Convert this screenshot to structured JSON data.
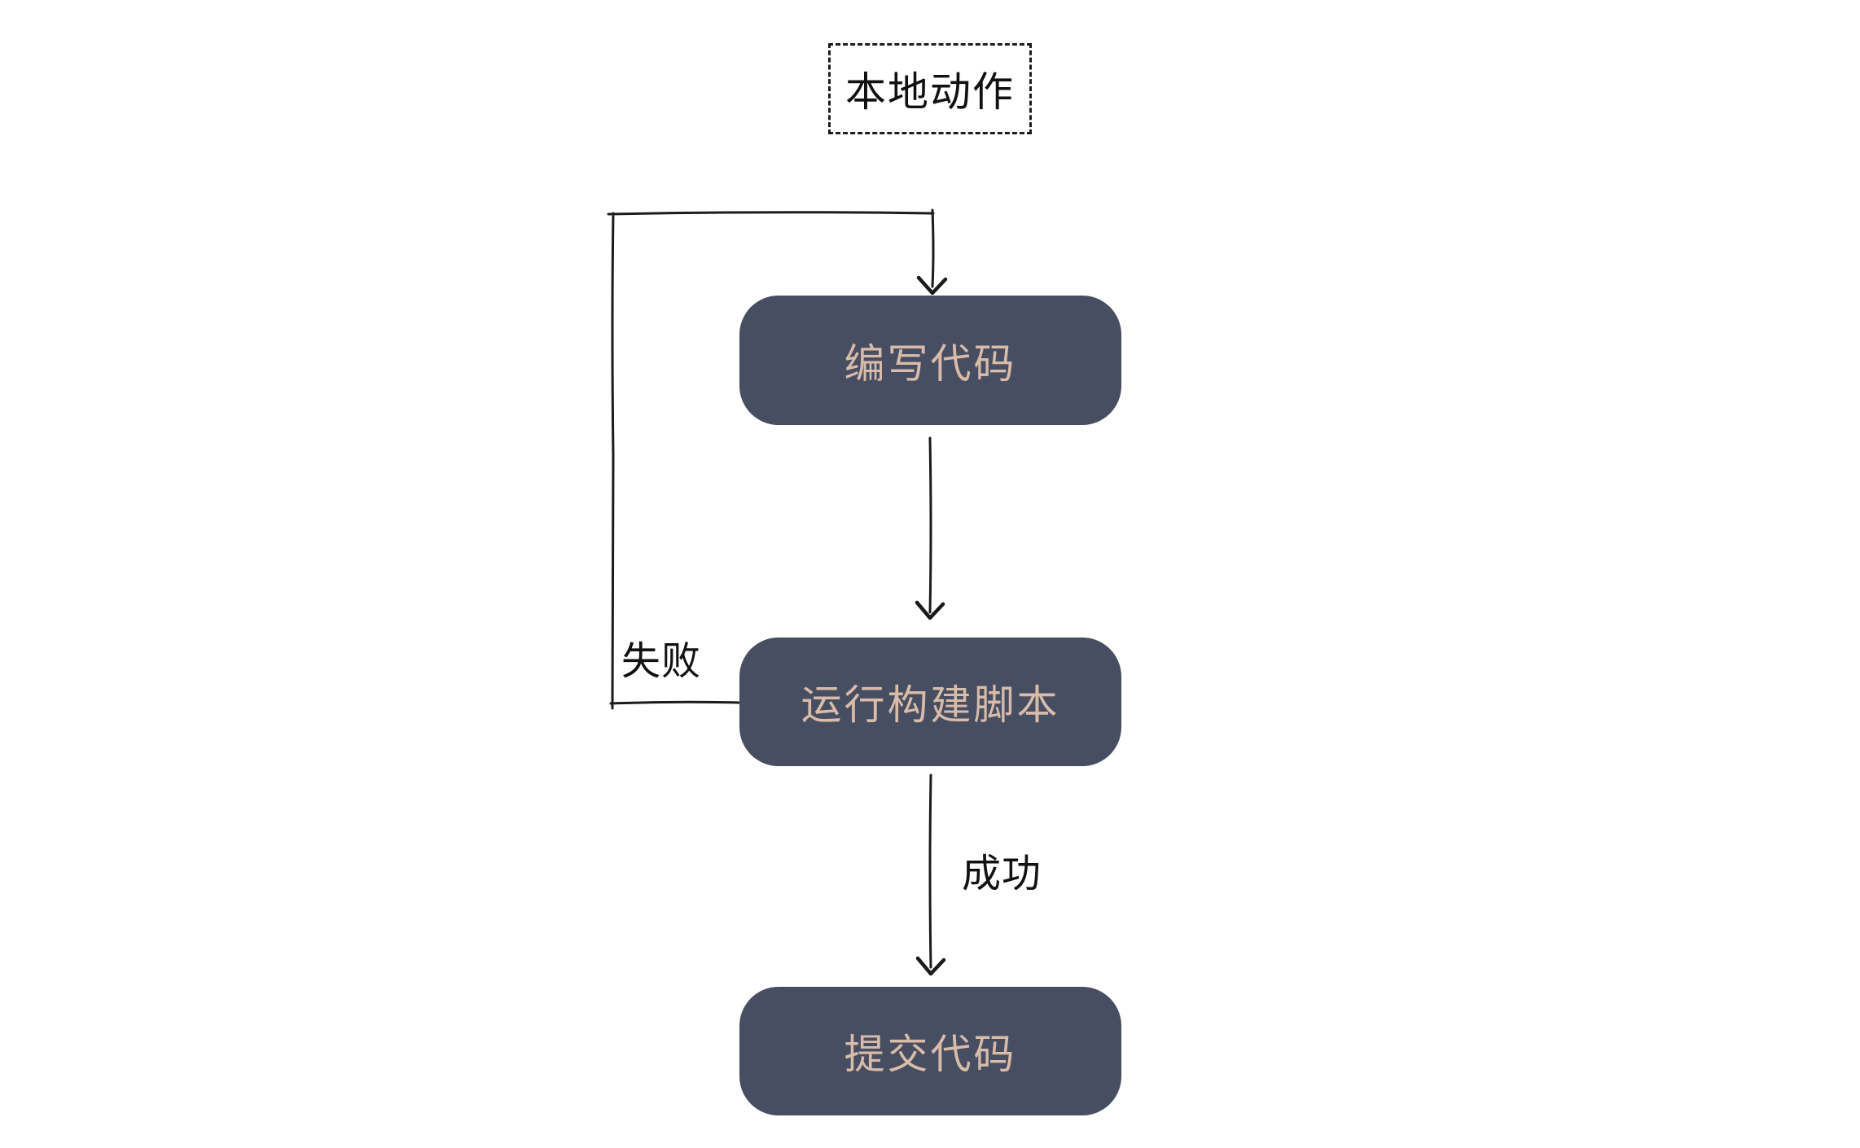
{
  "diagram": {
    "title": {
      "label": "本地动作"
    },
    "nodes": [
      {
        "id": "write-code",
        "label": "编写代码"
      },
      {
        "id": "run-build-script",
        "label": "运行构建脚本"
      },
      {
        "id": "commit-code",
        "label": "提交代码"
      }
    ],
    "edges": [
      {
        "from": "write-code",
        "to": "run-build-script",
        "label": ""
      },
      {
        "from": "run-build-script",
        "to": "write-code",
        "label": "失败"
      },
      {
        "from": "run-build-script",
        "to": "commit-code",
        "label": "成功"
      }
    ],
    "colors": {
      "background": "#ffffff",
      "node_fill": "#474e62",
      "node_text": "#d8bca9",
      "connector": "#1b1b1b",
      "title_text": "#111111"
    }
  }
}
